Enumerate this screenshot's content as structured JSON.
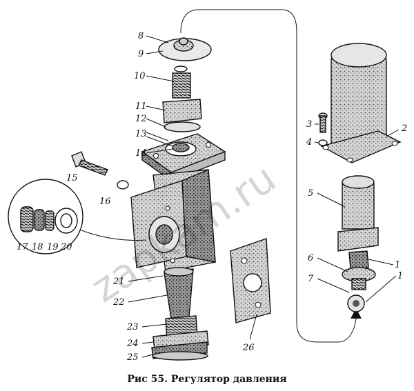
{
  "caption": "Рис 55. Регулятор давления",
  "watermark": "zapkam.ru",
  "callouts": [
    "1",
    "2",
    "3",
    "4",
    "5",
    "6",
    "7",
    "8",
    "9",
    "10",
    "11",
    "12",
    "13",
    "14",
    "15",
    "16",
    "17",
    "18",
    "19",
    "20",
    "21",
    "22",
    "23",
    "24",
    "25",
    "26"
  ]
}
